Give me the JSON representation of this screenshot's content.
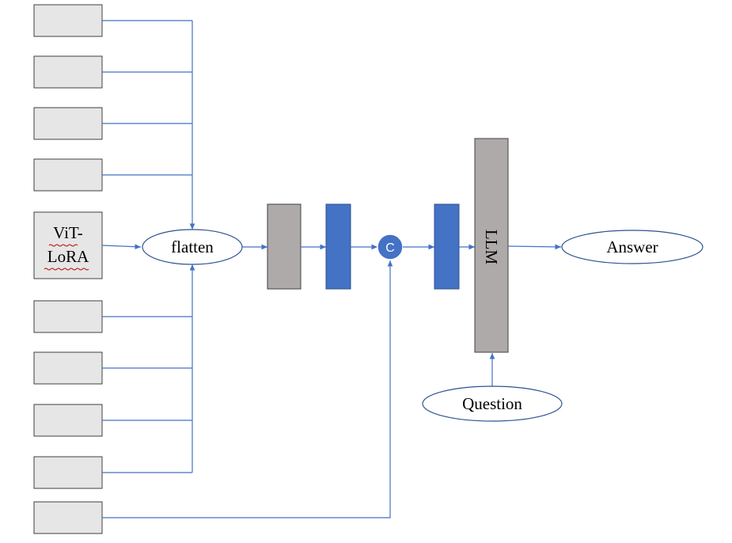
{
  "diagram": {
    "encoder_label_line1": "ViT-",
    "encoder_label_line2": "LoRA",
    "flatten_label": "flatten",
    "concat_label": "C",
    "llm_label": "LLM",
    "answer_label": "Answer",
    "question_label": "Question"
  },
  "colors": {
    "input_box": "#e6e6e6",
    "projector_gray": "#aeaaaa",
    "feature_blue": "#4472c4",
    "connector": "#4472c4",
    "llm": "#aeaaaa"
  }
}
